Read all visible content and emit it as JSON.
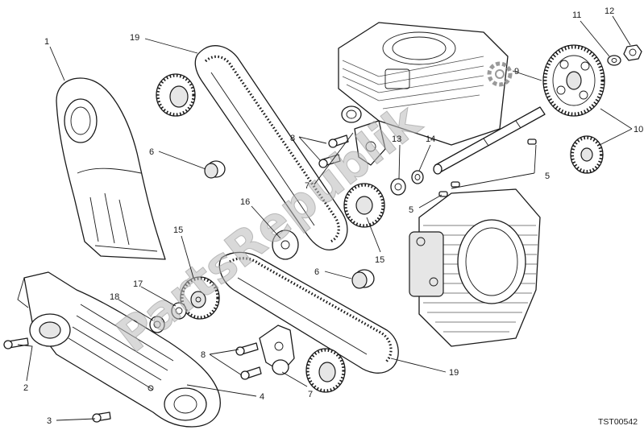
{
  "diagram": {
    "drawing_code": "TST00542",
    "watermark": "PartsRepublik",
    "callouts": {
      "c1": "1",
      "c2": "2",
      "c3": "3",
      "c4": "4",
      "c5a": "5",
      "c5b": "5",
      "c6a": "6",
      "c6b": "6",
      "c7a": "7",
      "c7b": "7",
      "c8a": "8",
      "c8b": "8",
      "c9": "9",
      "c10": "10",
      "c11": "11",
      "c12": "12",
      "c13": "13",
      "c14": "14",
      "c15a": "15",
      "c15b": "15",
      "c16": "16",
      "c17": "17",
      "c18": "18",
      "c19a": "19",
      "c19b": "19"
    }
  }
}
